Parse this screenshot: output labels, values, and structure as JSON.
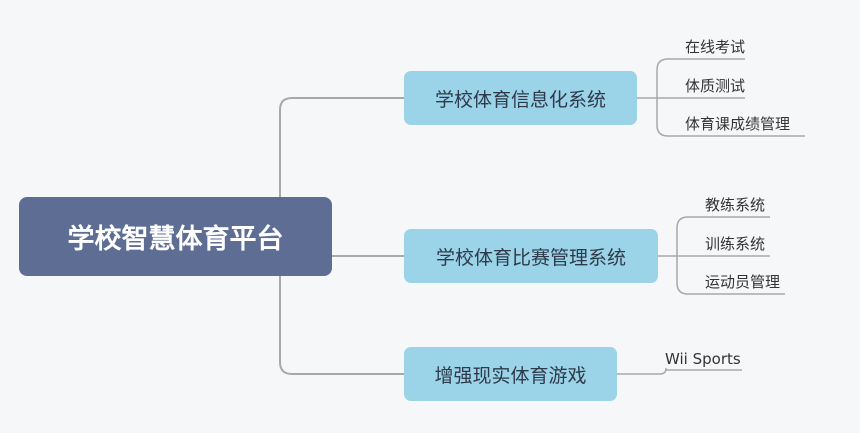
{
  "root": {
    "label": "学校智慧体育平台"
  },
  "branches": [
    {
      "label": "学校体育信息化系统",
      "leaves": [
        "在线考试",
        "体质测试",
        "体育课成绩管理"
      ]
    },
    {
      "label": "学校体育比赛管理系统",
      "leaves": [
        "教练系统",
        "训练系统",
        "运动员管理"
      ]
    },
    {
      "label": "增强现实体育游戏",
      "leaves": [
        "Wii Sports"
      ]
    }
  ],
  "colors": {
    "root_fill": "#5d6d94",
    "branch_fill": "#9bd3e8",
    "connector": "#a8a8a8",
    "background": "#f6f7f9"
  }
}
